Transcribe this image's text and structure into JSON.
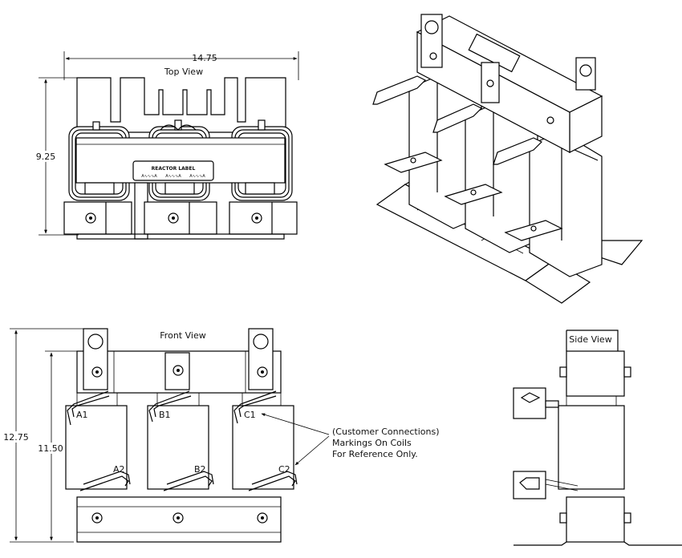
{
  "views": {
    "top": "Top View",
    "front": "Front View",
    "side": "Side View"
  },
  "dimensions": {
    "top_width": "14.75",
    "top_depth": "9.25",
    "front_overall": "12.75",
    "front_core": "11.50"
  },
  "reactor_label": {
    "title": "REACTOR LABEL",
    "small": "A∿∿∿A"
  },
  "coils": {
    "a1": "A1",
    "a2": "A2",
    "b1": "B1",
    "b2": "B2",
    "c1": "C1",
    "c2": "C2"
  },
  "note": {
    "line1": "(Customer Connections)",
    "line2": "Markings On Coils",
    "line3": "For Reference Only."
  }
}
